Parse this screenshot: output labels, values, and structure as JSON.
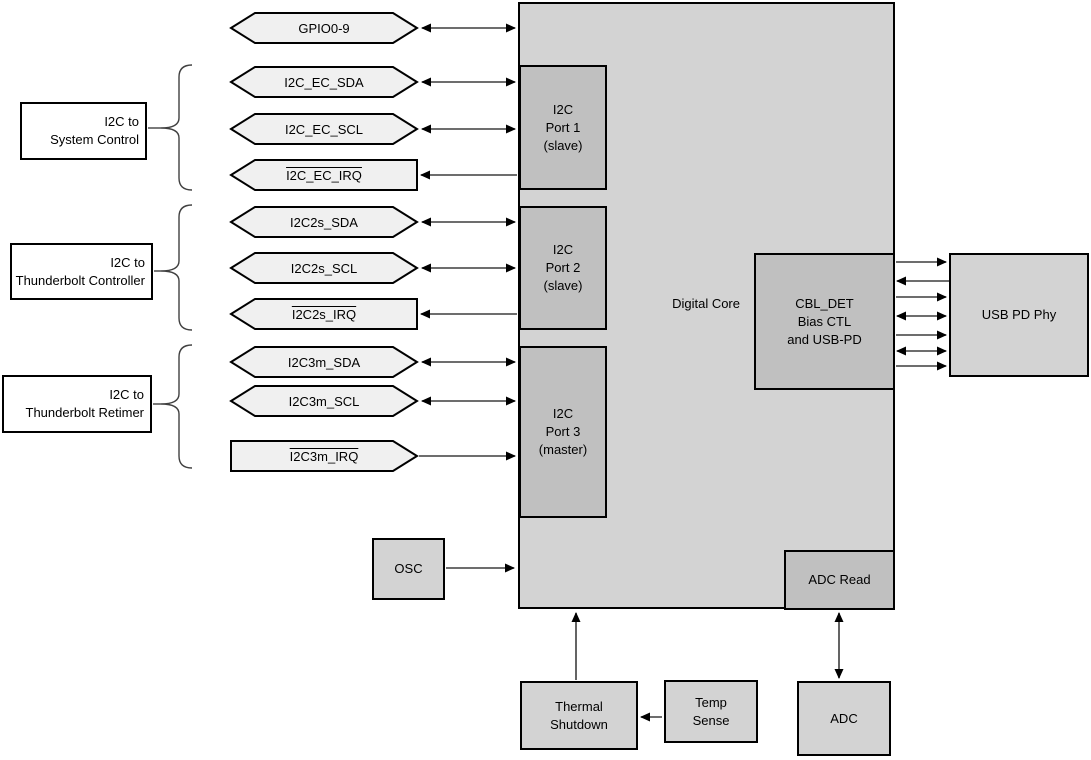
{
  "signals": [
    {
      "label": "GPIO0-9",
      "direction": "bidirectional"
    },
    {
      "label": "I2C_EC_SDA",
      "direction": "bidirectional"
    },
    {
      "label": "I2C_EC_SCL",
      "direction": "bidirectional"
    },
    {
      "label": "I2C_EC_IRQ",
      "direction": "output",
      "active_low": true
    },
    {
      "label": "I2C2s_SDA",
      "direction": "bidirectional"
    },
    {
      "label": "I2C2s_SCL",
      "direction": "bidirectional"
    },
    {
      "label": "I2C2s_IRQ",
      "direction": "output",
      "active_low": true
    },
    {
      "label": "I2C3m_SDA",
      "direction": "bidirectional"
    },
    {
      "label": "I2C3m_SCL",
      "direction": "bidirectional"
    },
    {
      "label": "I2C3m_IRQ",
      "direction": "input",
      "active_low": true
    }
  ],
  "side_labels": [
    {
      "text": "I2C to\nSystem Control"
    },
    {
      "text": "I2C to\nThunderbolt Controller"
    },
    {
      "text": "I2C to\nThunderbolt Retimer"
    }
  ],
  "blocks": {
    "digital_core": "Digital Core",
    "i2c_port1": "I2C\nPort 1\n(slave)",
    "i2c_port2": "I2C\nPort 2\n(slave)",
    "i2c_port3": "I2C\nPort 3\n(master)",
    "cbl_det": "CBL_DET\nBias CTL\nand USB-PD",
    "usb_pd_phy": "USB PD Phy",
    "adc_read": "ADC Read",
    "osc": "OSC",
    "thermal_shutdown": "Thermal\nShutdown",
    "temp_sense": "Temp\nSense",
    "adc": "ADC"
  },
  "colors": {
    "core_fill": "#d3d3d3",
    "subblock_fill": "#c0c0c0",
    "pin_shape_fill": "#f0f0f0",
    "outline": "#000000",
    "wire": "#3d3d3d",
    "background": "#ffffff"
  }
}
